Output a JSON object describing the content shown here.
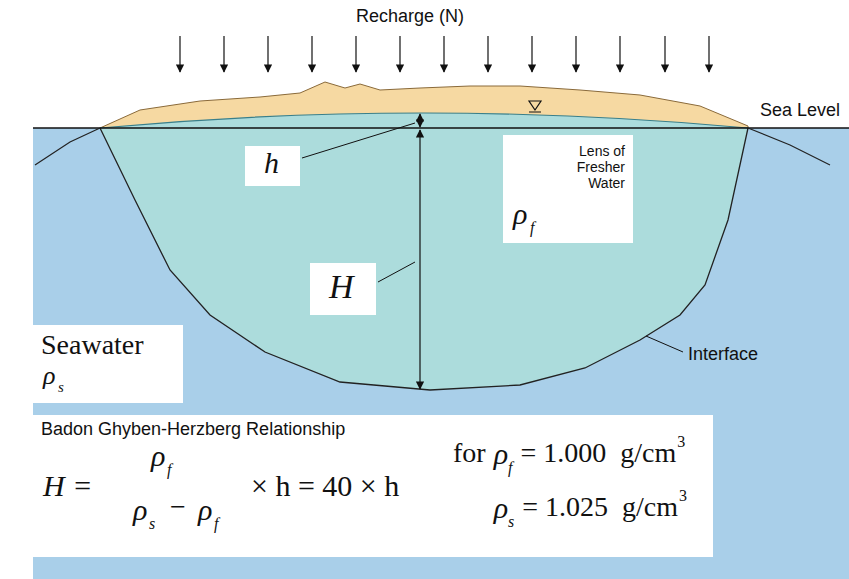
{
  "diagram": {
    "nodes": [
      {
        "text": [
          "h"
        ]
      },
      {
        "text": [
          "Lens of Fresher Water",
          "ρ",
          "f"
        ]
      },
      {
        "text": [
          "H"
        ]
      },
      {
        "text": [
          "Seawater",
          "ρ",
          "s"
        ]
      },
      {
        "text": [
          "Badon Ghyben-Herzberg Relationship",
          "H =",
          "ρ",
          "f",
          "ρ",
          "s",
          "−",
          "ρ",
          "f",
          "× h = 40 × h",
          "for",
          "ρ",
          "f",
          "= 1.000  g/cm",
          "3",
          "ρ",
          "s",
          "= 1.025  g/cm",
          "3"
        ]
      }
    ],
    "labels": [
      "Recharge (N)",
      "Sea Level",
      "Interface"
    ]
  }
}
